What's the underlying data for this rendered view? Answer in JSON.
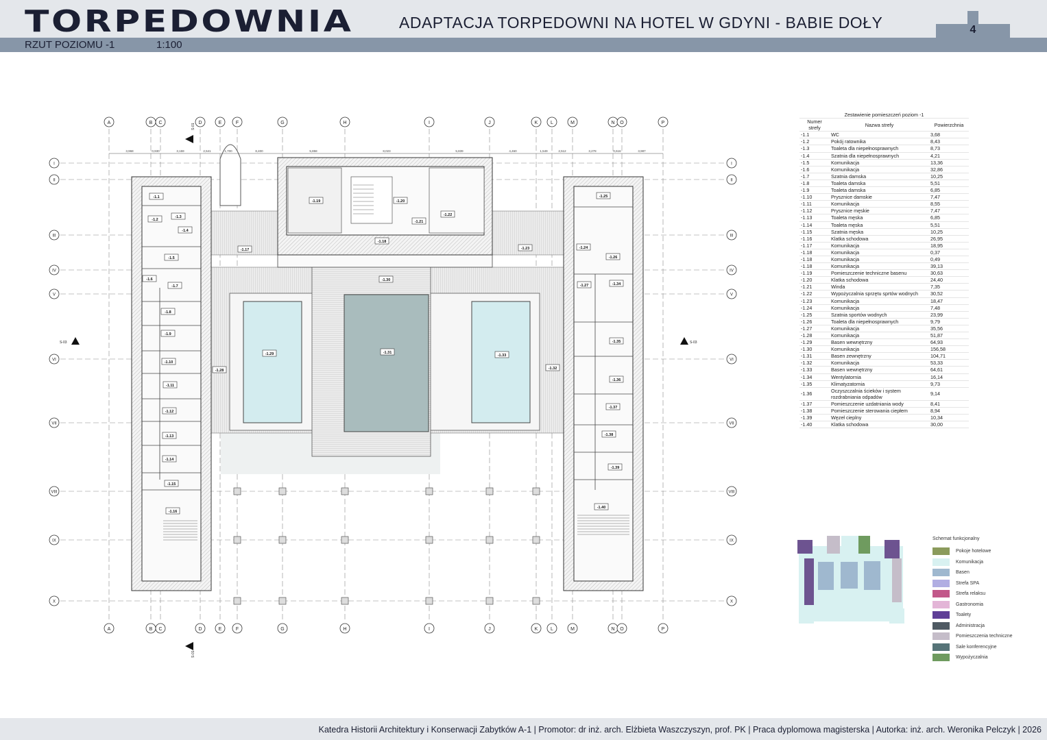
{
  "header": {
    "title": "TORPEDOWNIA",
    "subtitle": "ADAPTACJA TORPEDOWNI NA HOTEL W GDYNI - BABIE DOŁY",
    "sheet_name": "RZUT POZIOMU -1",
    "scale": "1:100",
    "page_number": "4"
  },
  "footer": {
    "text": "Katedra Historii Architektury i Konserwacji Zabytków A-1 | Promotor: dr inż. arch. Elżbieta Waszczyszyn, prof. PK | Praca dyplomowa magisterska | Autorka: inż. arch. Weronika Pelczyk | 2026"
  },
  "plan": {
    "column_axes": [
      "A",
      "B",
      "C",
      "D",
      "E",
      "F",
      "G",
      "H",
      "I",
      "J",
      "K",
      "L",
      "M",
      "N",
      "O",
      "P"
    ],
    "row_axes": [
      "I",
      "II",
      "III",
      "IV",
      "V",
      "VI",
      "VII",
      "VIII",
      "IX",
      "X"
    ],
    "dimensions": [
      "3,968",
      "0,930",
      "3,159",
      "2,541",
      "1,700",
      "8,400",
      "5,858",
      "8,023",
      "5,839",
      "4,460",
      "1,549",
      "2,512",
      "3,278",
      "0,616",
      "3,987"
    ],
    "section_marks": {
      "s01": "S-01",
      "s03": "S-03"
    },
    "rooms": [
      "-1.1",
      "-1.2",
      "-1.3",
      "-1.4",
      "-1.5",
      "-1.6",
      "-1.7",
      "-1.8",
      "-1.9",
      "-1.10",
      "-1.11",
      "-1.12",
      "-1.13",
      "-1.14",
      "-1.15",
      "-1.16",
      "-1.17",
      "-1.18",
      "-1.19",
      "-1.20",
      "-1.21",
      "-1.22",
      "-1.23",
      "-1.24",
      "-1.25",
      "-1.26",
      "-1.27",
      "-1.28",
      "-1.29",
      "-1.30",
      "-1.31",
      "-1.32",
      "-1.33",
      "-1.34",
      "-1.35",
      "-1.36",
      "-1.37",
      "-1.38",
      "-1.39",
      "-1.40"
    ]
  },
  "room_table": {
    "title": "Zestawienie pomieszczeń poziom -1",
    "headers": [
      "Numer strefy",
      "Nazwa strefy",
      "Powierzchnia"
    ],
    "rows": [
      [
        "-1.1",
        "WC",
        "3,68"
      ],
      [
        "-1.2",
        "Pokój ratownika",
        "8,43"
      ],
      [
        "-1.3",
        "Toaleta dla niepełnosprawnych",
        "8,73"
      ],
      [
        "-1.4",
        "Szatnia dla niepełnosprawnych",
        "4,21"
      ],
      [
        "-1.5",
        "Komunikacja",
        "13,36"
      ],
      [
        "-1.6",
        "Komunikacja",
        "32,86"
      ],
      [
        "-1.7",
        "Szatnia damska",
        "10,25"
      ],
      [
        "-1.8",
        "Toaleta damska",
        "5,51"
      ],
      [
        "-1.9",
        "Toaleta damska",
        "6,85"
      ],
      [
        "-1.10",
        "Prysznice damskie",
        "7,47"
      ],
      [
        "-1.11",
        "Komunikacja",
        "8,55"
      ],
      [
        "-1.12",
        "Prysznice męskie",
        "7,47"
      ],
      [
        "-1.13",
        "Toaleta męska",
        "6,85"
      ],
      [
        "-1.14",
        "Toaleta męska",
        "5,51"
      ],
      [
        "-1.15",
        "Szatnia męska",
        "10,25"
      ],
      [
        "-1.16",
        "Klatka schodowa",
        "26,95"
      ],
      [
        "-1.17",
        "Komunikacja",
        "18,95"
      ],
      [
        "-1.18",
        "Komunikacja",
        "0,37"
      ],
      [
        "-1.18",
        "Komunikacja",
        "0,49"
      ],
      [
        "-1.18",
        "Komunikacja",
        "39,13"
      ],
      [
        "-1.19",
        "Pomieszczenie techniczne basenu",
        "30,63"
      ],
      [
        "-1.20",
        "Klatka schodowa",
        "24,40"
      ],
      [
        "-1.21",
        "Winda",
        "7,35"
      ],
      [
        "-1.22",
        "Wypożyczalnia sprzętu sprtów wodnych",
        "30,52"
      ],
      [
        "-1.23",
        "Komunikacja",
        "18,47"
      ],
      [
        "-1.24",
        "Komunikacja",
        "7,48"
      ],
      [
        "-1.25",
        "Szatnia sportów wodnych",
        "23,99"
      ],
      [
        "-1.26",
        "Toaleta dla niepełnosprawnych",
        "9,79"
      ],
      [
        "-1.27",
        "Komunikacja",
        "35,56"
      ],
      [
        "-1.28",
        "Komunikacja",
        "51,87"
      ],
      [
        "-1.29",
        "Basen wewnętrzny",
        "64,93"
      ],
      [
        "-1.30",
        "Komunikacja",
        "156,58"
      ],
      [
        "-1.31",
        "Basen zewnętrzny",
        "104,71"
      ],
      [
        "-1.32",
        "Komunikacja",
        "53,33"
      ],
      [
        "-1.33",
        "Basen wewnętrzny",
        "64,61"
      ],
      [
        "-1.34",
        "Wentylatornia",
        "16,14"
      ],
      [
        "-1.35",
        "Klimatyzatornia",
        "9,73"
      ],
      [
        "-1.36",
        "Oczyszczalnia ścieków i system rozdrabniania odpadów",
        "9,14"
      ],
      [
        "-1.37",
        "Pomieszczenie uzdatniania wody",
        "8,41"
      ],
      [
        "-1.38",
        "Pomieszczenie sterowania ciepłem",
        "8,94"
      ],
      [
        "-1.39",
        "Węzeł cieplny",
        "10,34"
      ],
      [
        "-1.40",
        "Klatka schodowa",
        "30,00"
      ]
    ]
  },
  "legend": {
    "title": "Schemat funkcjonalny",
    "items": [
      {
        "label": "Pokoje hotelowe",
        "color": "#8b9b5c"
      },
      {
        "label": "Komunikacja",
        "color": "#d8f1f1"
      },
      {
        "label": "Basen",
        "color": "#9fb8cf"
      },
      {
        "label": "Strefa SPA",
        "color": "#b1aee2"
      },
      {
        "label": "Strefa relaksu",
        "color": "#c2588a"
      },
      {
        "label": "Gastronomia",
        "color": "#e3b5d7"
      },
      {
        "label": "Toalety",
        "color": "#5f3f97"
      },
      {
        "label": "Administracja",
        "color": "#4f5a63"
      },
      {
        "label": "Pomieszczenia techniczne",
        "color": "#c5bdc9"
      },
      {
        "label": "Sale konferencyjne",
        "color": "#567478"
      },
      {
        "label": "Wypożyczalnia",
        "color": "#6f9b5f"
      }
    ]
  }
}
